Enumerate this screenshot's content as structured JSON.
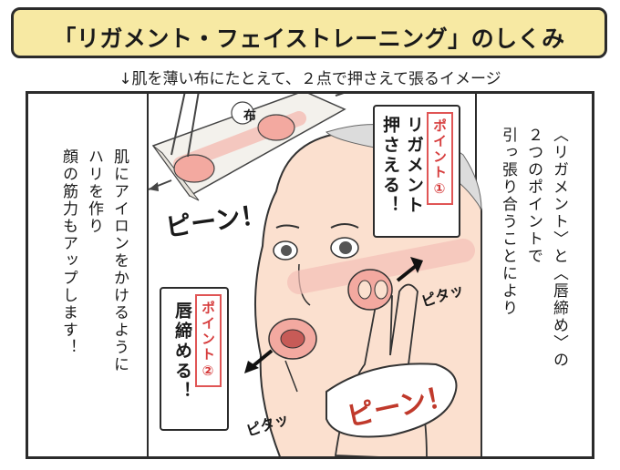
{
  "title": "「リガメント・フェイストレーニング」のしくみ",
  "subtitle": "↓肌を薄い布にたとえて、２点で押さえて張るイメージ",
  "left_text": [
    "肌にアイロンをかけるように",
    "ハリを作り",
    "顔の筋力もアップします！"
  ],
  "right_text": [
    "〈リガメント〉と〈唇締め〉の",
    "２つのポイントで",
    "引っ張り合うことにより"
  ],
  "point1": {
    "tag": "ポイント①",
    "lines": [
      "リガメント",
      "押さえる！"
    ]
  },
  "point2": {
    "tag": "ポイント②",
    "lines": [
      "唇締める！"
    ]
  },
  "cloth_label": "布",
  "sfx": {
    "pin_top": "ピーン！",
    "pin_bottom": "ピーン！",
    "stick_right": "ピタッ",
    "stick_bottom": "ピタッ"
  },
  "colors": {
    "title_bg": "#f7e9a3",
    "accent": "#e05555",
    "skin": "#fbe0cf",
    "stretch": "#f5c0b8"
  }
}
